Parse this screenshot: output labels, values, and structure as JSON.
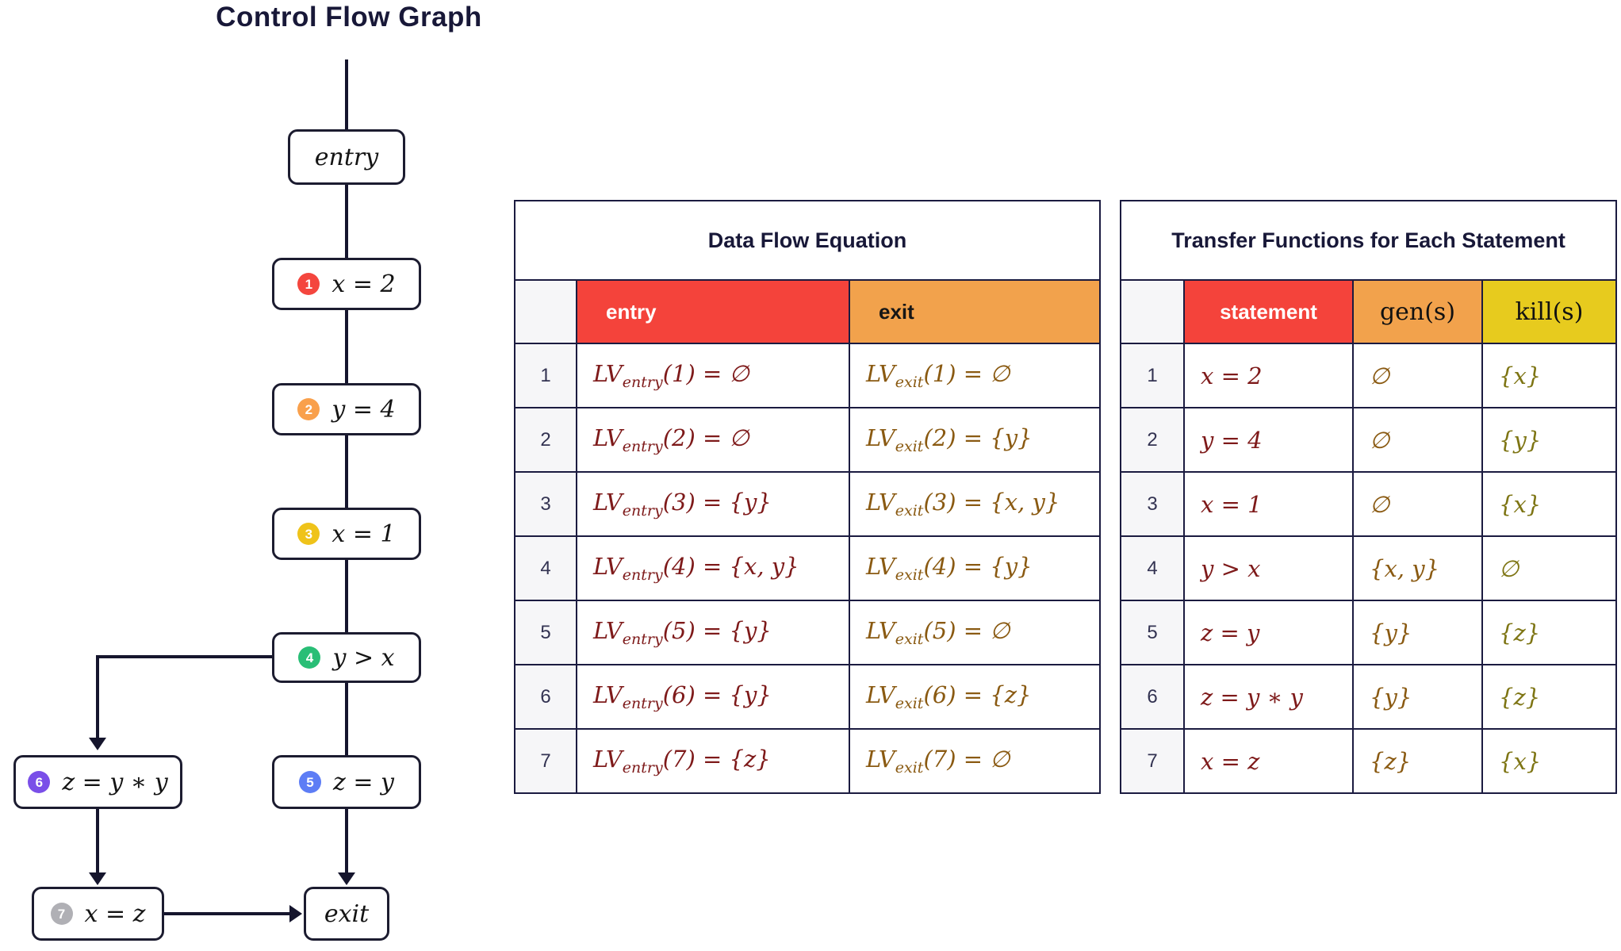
{
  "colors": {
    "ink": "#15152d",
    "header_red": "#f4433b",
    "header_orange": "#f2a24c",
    "header_yellow": "#e7cb1e",
    "entry_eq_text": "#7e1a1a",
    "exit_eq_text": "#8a5a12",
    "stmt_text": "#7e1a1a",
    "gen_text": "#8a5a12",
    "kill_text": "#7e7514"
  },
  "cfg": {
    "title": "Control Flow Graph",
    "entry_label": "entry",
    "exit_label": "exit",
    "nodes": [
      {
        "badge": "1",
        "label": "x = 2"
      },
      {
        "badge": "2",
        "label": "y = 4"
      },
      {
        "badge": "3",
        "label": "x = 1"
      },
      {
        "badge": "4",
        "label": "y > x"
      },
      {
        "badge": "5",
        "label": "z = y"
      },
      {
        "badge": "6",
        "label": "z = y ∗ y"
      },
      {
        "badge": "7",
        "label": "x = z"
      }
    ],
    "badge_colors": {
      "b1": "#f4463e",
      "b2": "#f9a04c",
      "b3": "#efc31a",
      "b4": "#29be76",
      "b5": "#5d7df5",
      "b6": "#7a4fe8",
      "b7": "#b0b0b5"
    }
  },
  "dfe": {
    "title": "Data Flow Equation",
    "col_entry": "entry",
    "col_exit": "exit",
    "lv": "LV",
    "sub_entry": "entry",
    "sub_exit": "exit",
    "rows": [
      {
        "num": "1",
        "entry_rest": "(1) = ∅",
        "exit_rest": "(1) = ∅"
      },
      {
        "num": "2",
        "entry_rest": "(2) = ∅",
        "exit_rest": "(2) = {y}"
      },
      {
        "num": "3",
        "entry_rest": "(3) = {y}",
        "exit_rest": "(3) = {x, y}"
      },
      {
        "num": "4",
        "entry_rest": "(4) = {x, y}",
        "exit_rest": "(4) = {y}"
      },
      {
        "num": "5",
        "entry_rest": "(5) = {y}",
        "exit_rest": "(5) = ∅"
      },
      {
        "num": "6",
        "entry_rest": "(6) = {y}",
        "exit_rest": "(6) = {z}"
      },
      {
        "num": "7",
        "entry_rest": "(7) = {z}",
        "exit_rest": "(7) = ∅"
      }
    ]
  },
  "tf": {
    "title": "Transfer Functions for Each Statement",
    "col_statement": "statement",
    "col_gen": "gen(s)",
    "col_kill": "kill(s)",
    "rows": [
      {
        "num": "1",
        "stmt": "x = 2",
        "gen": "∅",
        "kill": "{x}"
      },
      {
        "num": "2",
        "stmt": "y = 4",
        "gen": "∅",
        "kill": "{y}"
      },
      {
        "num": "3",
        "stmt": "x = 1",
        "gen": "∅",
        "kill": "{x}"
      },
      {
        "num": "4",
        "stmt": "y > x",
        "gen": "{x, y}",
        "kill": "∅"
      },
      {
        "num": "5",
        "stmt": "z = y",
        "gen": "{y}",
        "kill": "{z}"
      },
      {
        "num": "6",
        "stmt": "z = y ∗ y",
        "gen": "{y}",
        "kill": "{z}"
      },
      {
        "num": "7",
        "stmt": "x = z",
        "gen": "{z}",
        "kill": "{x}"
      }
    ]
  }
}
